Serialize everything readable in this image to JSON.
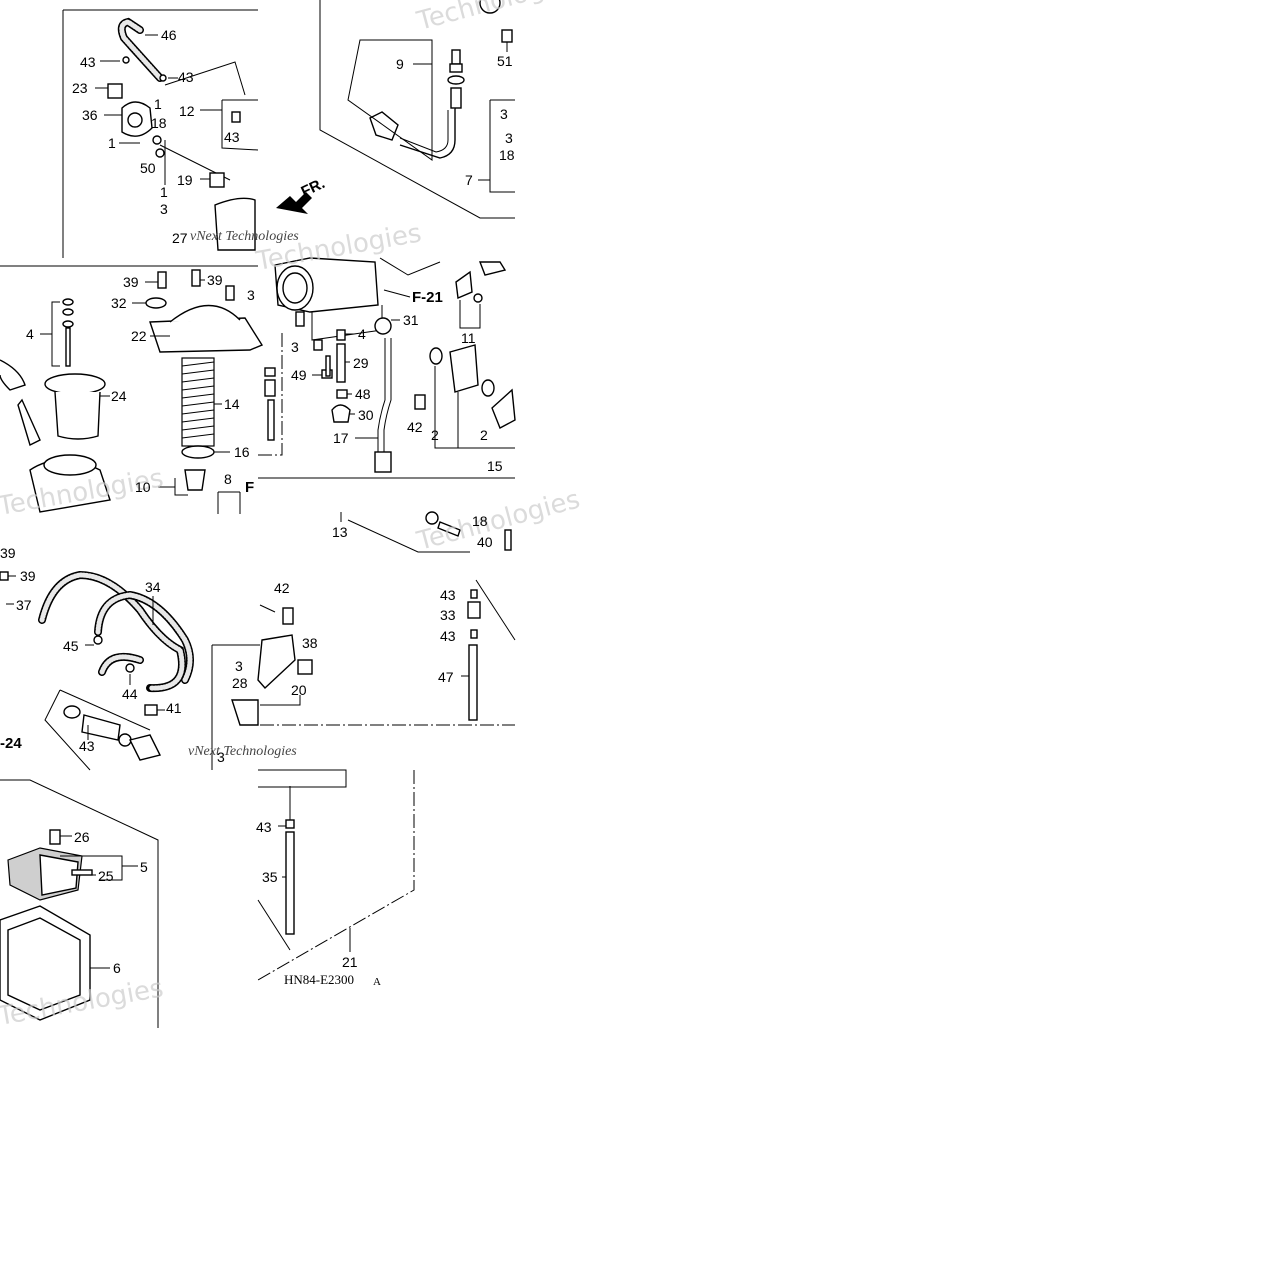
{
  "diagram": {
    "watermark": "Technologies",
    "watermark_small": "vNext Technologies",
    "diagram_code": "HN84-E2300",
    "diagram_code_suffix": "A",
    "callouts": {
      "c46": "46",
      "c43a": "43",
      "c43b": "43",
      "c23": "23",
      "c36": "36",
      "c1a": "1",
      "c18a": "18",
      "c1b": "1",
      "c12": "12",
      "c43c": "43",
      "c50": "50",
      "c1c": "1",
      "c19": "19",
      "c3a": "3",
      "c27": "27",
      "c9": "9",
      "c51": "51",
      "c3b": "3",
      "c3c": "3",
      "c18b": "18",
      "c7": "7",
      "c39a": "39",
      "c39b": "39",
      "c32": "32",
      "c3d": "3",
      "c22": "22",
      "c4a": "4",
      "c24": "24",
      "c14": "14",
      "c16": "16",
      "c10": "10",
      "c8": "8",
      "c31": "31",
      "c4b": "4",
      "c3e": "3",
      "c29": "29",
      "c49": "49",
      "c48": "48",
      "c30": "30",
      "c17": "17",
      "c11": "11",
      "c42a": "42",
      "c2a": "2",
      "c2b": "2",
      "c15": "15",
      "c13": "13",
      "c18c": "18",
      "c40": "40",
      "c39c": "39",
      "c39d": "39",
      "c37": "37",
      "c34": "34",
      "c45": "45",
      "c44": "44",
      "c41": "41",
      "c43d": "43",
      "c42b": "42",
      "c38": "38",
      "c3f": "3",
      "c28": "28",
      "c20": "20",
      "c3g": "3",
      "c43e": "43",
      "c33": "33",
      "c43f": "43",
      "c47": "47",
      "c26": "26",
      "c5": "5",
      "c25": "25",
      "c6": "6",
      "c43g": "43",
      "c35": "35",
      "c21": "21"
    },
    "refs": {
      "fr": "FR.",
      "f21": "F-21",
      "f24": "-24",
      "f_partial": "F"
    }
  }
}
